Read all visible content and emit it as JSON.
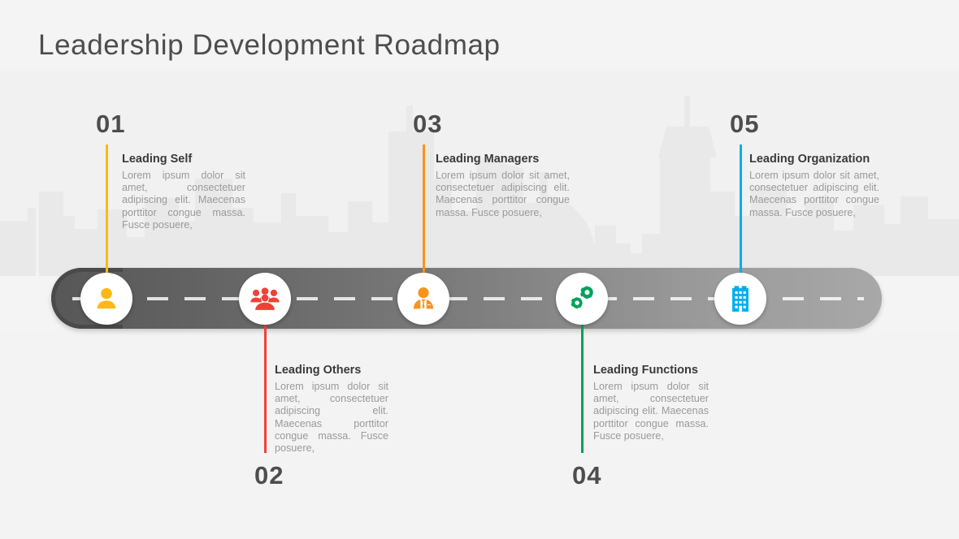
{
  "header": {
    "title": "Leadership Development Roadmap"
  },
  "road": {
    "icon_names": [
      "person-icon",
      "group-of-people-icon",
      "businessman-icon",
      "gears-icon",
      "office-building-icon"
    ]
  },
  "steps": [
    {
      "number": "01",
      "title": "Leading Self",
      "description": "Lorem ipsum dolor sit amet, consectetuer adipiscing elit. Maecenas porttitor congue massa. Fusce posuere,",
      "color": "#fdb913",
      "icon": "person-icon",
      "position": "above"
    },
    {
      "number": "02",
      "title": "Leading Others",
      "description": "Lorem ipsum dolor sit amet, consectetuer adipiscing elit. Maecenas porttitor congue massa. Fusce posuere,",
      "color": "#ef4136",
      "icon": "group-of-people-icon",
      "position": "below"
    },
    {
      "number": "03",
      "title": "Leading Managers",
      "description": "Lorem ipsum dolor sit amet, consectetuer adipiscing elit. Maecenas porttitor congue massa. Fusce posuere,",
      "color": "#f7941e",
      "icon": "businessman-icon",
      "position": "above"
    },
    {
      "number": "04",
      "title": "Leading Functions",
      "description": "Lorem ipsum dolor sit amet, consectetuer adipiscing elit. Maecenas porttitor congue massa. Fusce posuere,",
      "color": "#00a25b",
      "icon": "gears-icon",
      "position": "below"
    },
    {
      "number": "05",
      "title": "Leading Organization",
      "description": "Lorem ipsum dolor sit amet, consectetuer adipiscing elit. Maecenas porttitor congue massa. Fusce posuere,",
      "color": "#00aeef",
      "icon": "office-building-icon",
      "position": "above"
    }
  ],
  "theme": {
    "background": "#f4f4f4",
    "title_color": "#4d4d4d",
    "number_color": "#4d4d4d",
    "step_title_color": "#3a3a3a",
    "description_color": "#9a9a9a",
    "road_dark": "#575757",
    "road_light": "#a8a8a8",
    "skyline_color": "#e8e8e8"
  }
}
